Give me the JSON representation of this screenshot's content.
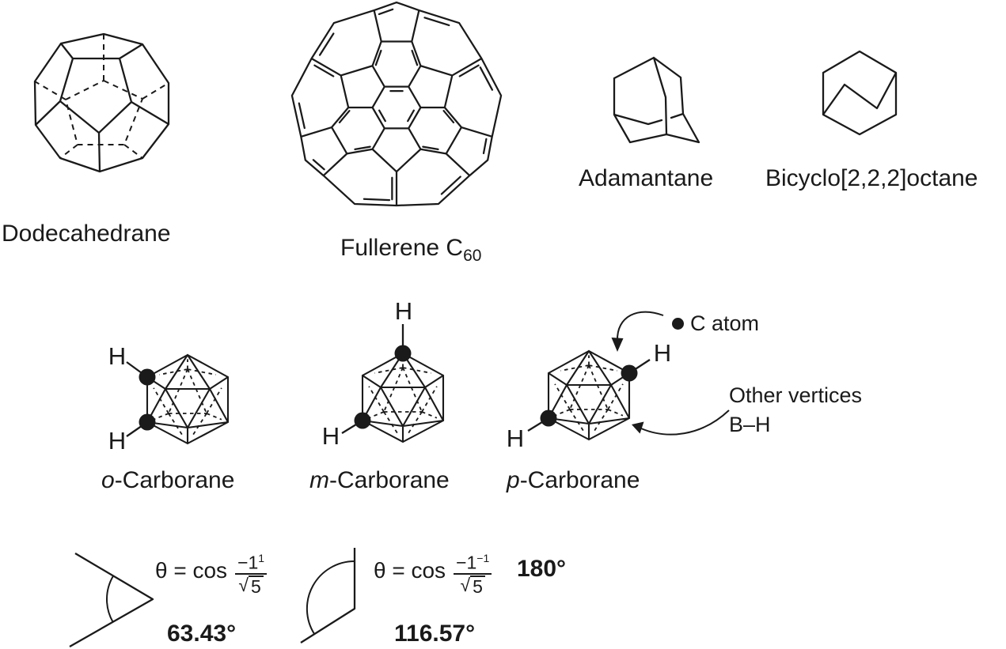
{
  "figure": {
    "row1": {
      "dodecahedrane_label": "Dodecahedrane",
      "fullerene_label_main": "Fullerene C",
      "fullerene_label_sub": "60",
      "adamantane_label": "Adamantane",
      "bicyclooctane_label": "Bicyclo[2,2,2]octane"
    },
    "row2": {
      "o_prefix": "o",
      "o_suffix": "-Carborane",
      "m_prefix": "m",
      "m_suffix": "-Carborane",
      "p_prefix": "p",
      "p_suffix": "-Carborane",
      "hydrogen": "H",
      "c_atom_bullet_icon": "filled-circle",
      "c_atom_label": "C atom",
      "other_vertices_line1": "Other vertices",
      "other_vertices_line2": "B–H"
    },
    "row3": {
      "acute": {
        "lhs": "θ = cos",
        "num": "−1",
        "num_sup": "1",
        "den_root": "√",
        "den_val": "5",
        "result": "63.43°"
      },
      "obtuse": {
        "lhs": "θ = cos",
        "num": "−1",
        "num_sup": "−1",
        "den_root": "√",
        "den_val": "5",
        "result": "116.57°",
        "linear_angle": "180°"
      }
    }
  },
  "colors": {
    "ink": "#1a1a1a",
    "background": "#ffffff"
  }
}
